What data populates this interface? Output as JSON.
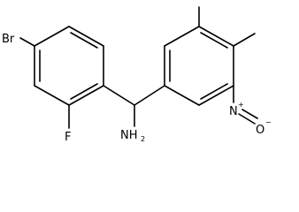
{
  "molecule": {
    "atoms": {
      "br": "Br",
      "f": "F",
      "amine": "NH",
      "amine_sub": "2",
      "nitro_n": "N",
      "nitro_n_charge": "+",
      "nitro_o": "O",
      "nitro_o_charge": "−"
    }
  }
}
